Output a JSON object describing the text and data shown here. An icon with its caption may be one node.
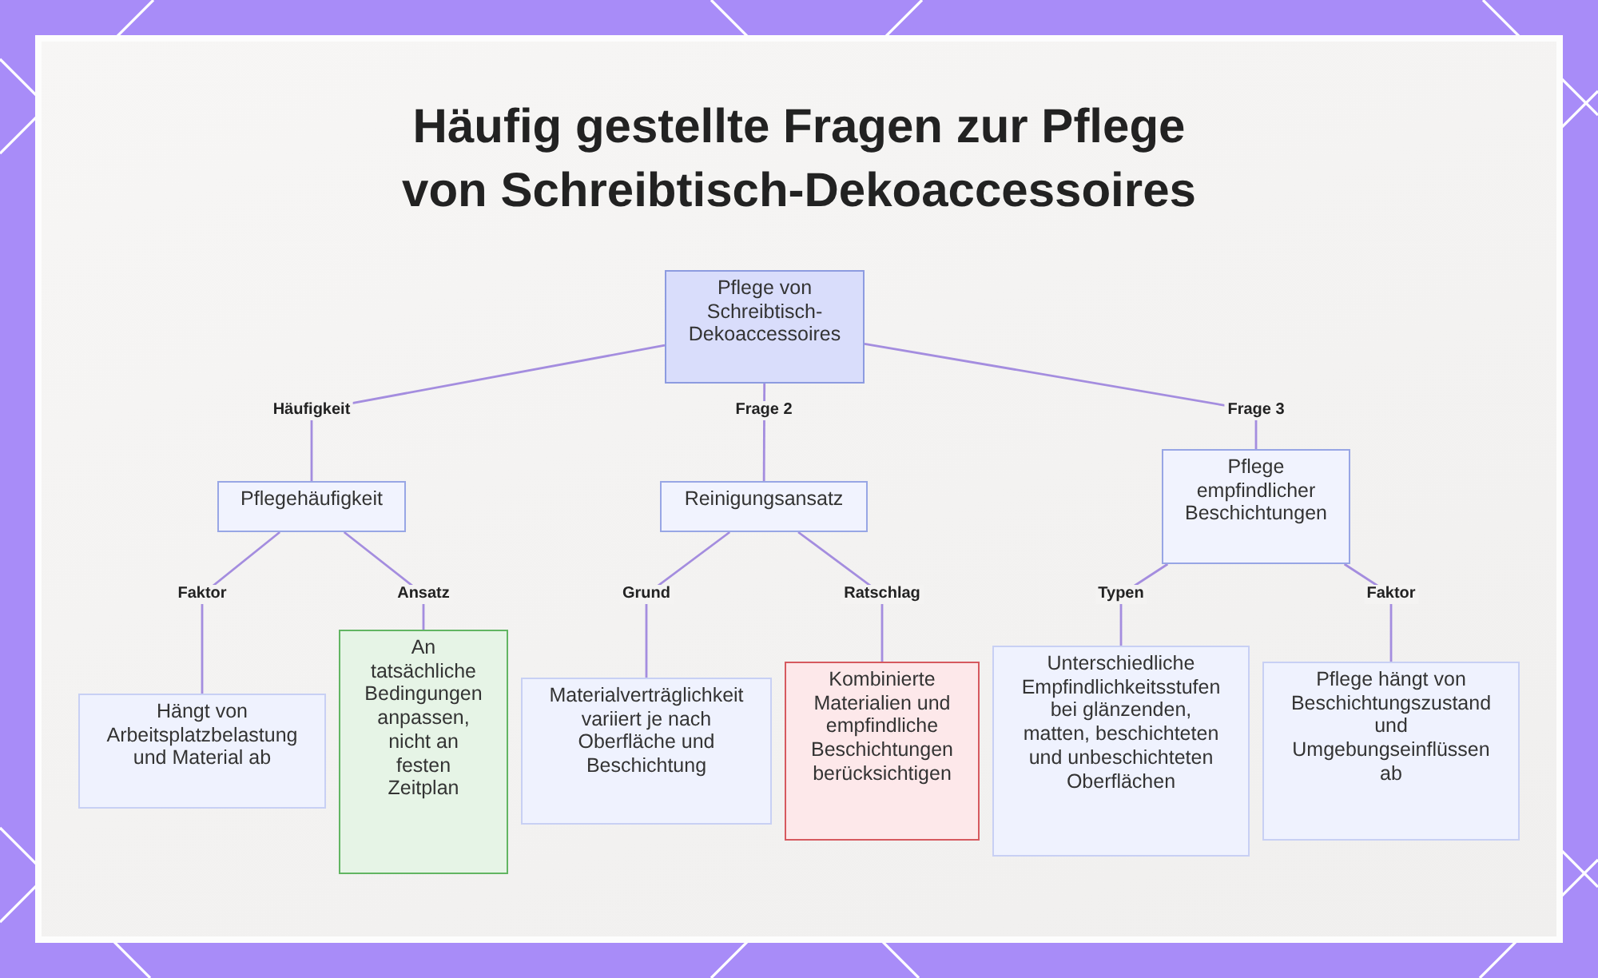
{
  "diagram": {
    "title": "Häufig gestellte Fragen zur Pflege von Schreibtisch-Dekoaccessoires",
    "nodes": [
      {
        "text": [
          "Pflege von Schreibtisch-Dekoaccessoires"
        ]
      },
      {
        "text": [
          "Pflegehäufigkeit"
        ]
      },
      {
        "text": [
          "Reinigungsansatz"
        ]
      },
      {
        "text": [
          "Pflege empfindlicher Beschichtungen"
        ]
      },
      {
        "text": [
          "Hängt von Arbeitsplatzbelastung und Material ab"
        ]
      },
      {
        "text": [
          "An tatsächliche Bedingungen anpassen, nicht an festen Zeitplan"
        ]
      },
      {
        "text": [
          "Materialverträglichkeit variiert je nach Oberfläche und Beschichtung"
        ]
      },
      {
        "text": [
          "Kombinierte Materialien und empfindliche Beschichtungen berücksichtigen"
        ]
      },
      {
        "text": [
          "Unterschiedliche Empfindlichkeitsstufen bei glänzenden, matten, beschichteten und unbeschichteten Oberflächen"
        ]
      },
      {
        "text": [
          "Pflege hängt von Beschichtungszustand und Umgebungseinflüssen ab"
        ]
      }
    ],
    "edges": [
      {
        "from": 0,
        "to": 1,
        "arrow": "none",
        "label": "Häufigkeit"
      },
      {
        "from": 0,
        "to": 2,
        "arrow": "none",
        "label": "Frage 2"
      },
      {
        "from": 0,
        "to": 3,
        "arrow": "none",
        "label": "Frage 3"
      },
      {
        "from": 1,
        "to": 4,
        "arrow": "none",
        "label": "Faktor"
      },
      {
        "from": 1,
        "to": 5,
        "arrow": "none",
        "label": "Ansatz"
      },
      {
        "from": 2,
        "to": 6,
        "arrow": "none",
        "label": "Grund"
      },
      {
        "from": 2,
        "to": 7,
        "arrow": "none",
        "label": "Ratschlag"
      },
      {
        "from": 3,
        "to": 8,
        "arrow": "none",
        "label": "Typen"
      },
      {
        "from": 3,
        "to": 9,
        "arrow": "none",
        "label": "Faktor"
      }
    ]
  }
}
